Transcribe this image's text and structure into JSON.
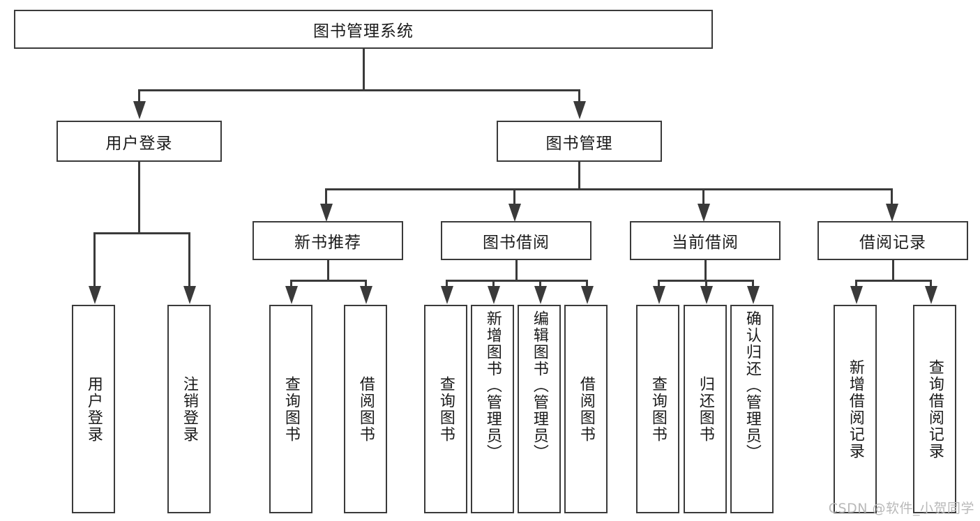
{
  "diagram": {
    "type": "tree-hierarchy",
    "title": "图书管理系统",
    "root": {
      "label": "图书管理系统"
    },
    "level1": [
      {
        "id": "user-login",
        "label": "用户登录"
      },
      {
        "id": "book-management",
        "label": "图书管理"
      }
    ],
    "level2": [
      {
        "id": "new-book-recommend",
        "label": "新书推荐",
        "parent": "book-management"
      },
      {
        "id": "book-borrow",
        "label": "图书借阅",
        "parent": "book-management"
      },
      {
        "id": "current-borrow",
        "label": "当前借阅",
        "parent": "book-management"
      },
      {
        "id": "borrow-record",
        "label": "借阅记录",
        "parent": "book-management"
      }
    ],
    "leaves": {
      "user_login": [
        {
          "id": "leaf-user-login",
          "label": "用户登录"
        },
        {
          "id": "leaf-logout-login",
          "label": "注销登录"
        }
      ],
      "new_book_recommend": [
        {
          "id": "leaf-query-book-1",
          "label": "查询图书"
        },
        {
          "id": "leaf-borrow-book-1",
          "label": "借阅图书"
        }
      ],
      "book_borrow": [
        {
          "id": "leaf-query-book-2",
          "label": "查询图书"
        },
        {
          "id": "leaf-add-book",
          "label": "新增图书（管理员）"
        },
        {
          "id": "leaf-edit-book",
          "label": "编辑图书（管理员）"
        },
        {
          "id": "leaf-borrow-book-2",
          "label": "借阅图书"
        }
      ],
      "current_borrow": [
        {
          "id": "leaf-query-book-3",
          "label": "查询图书"
        },
        {
          "id": "leaf-return-book",
          "label": "归还图书"
        },
        {
          "id": "leaf-confirm-return",
          "label": "确认归还（管理员）"
        }
      ],
      "borrow_record": [
        {
          "id": "leaf-add-record",
          "label": "新增借阅记录"
        },
        {
          "id": "leaf-query-record",
          "label": "查询借阅记录"
        }
      ]
    }
  },
  "watermark": {
    "text": "CSDN @软件_小贺同学"
  },
  "colors": {
    "stroke": "#3a3a3a",
    "background": "#ffffff",
    "text": "#1a1a1a",
    "watermark": "#b9b9b9"
  }
}
